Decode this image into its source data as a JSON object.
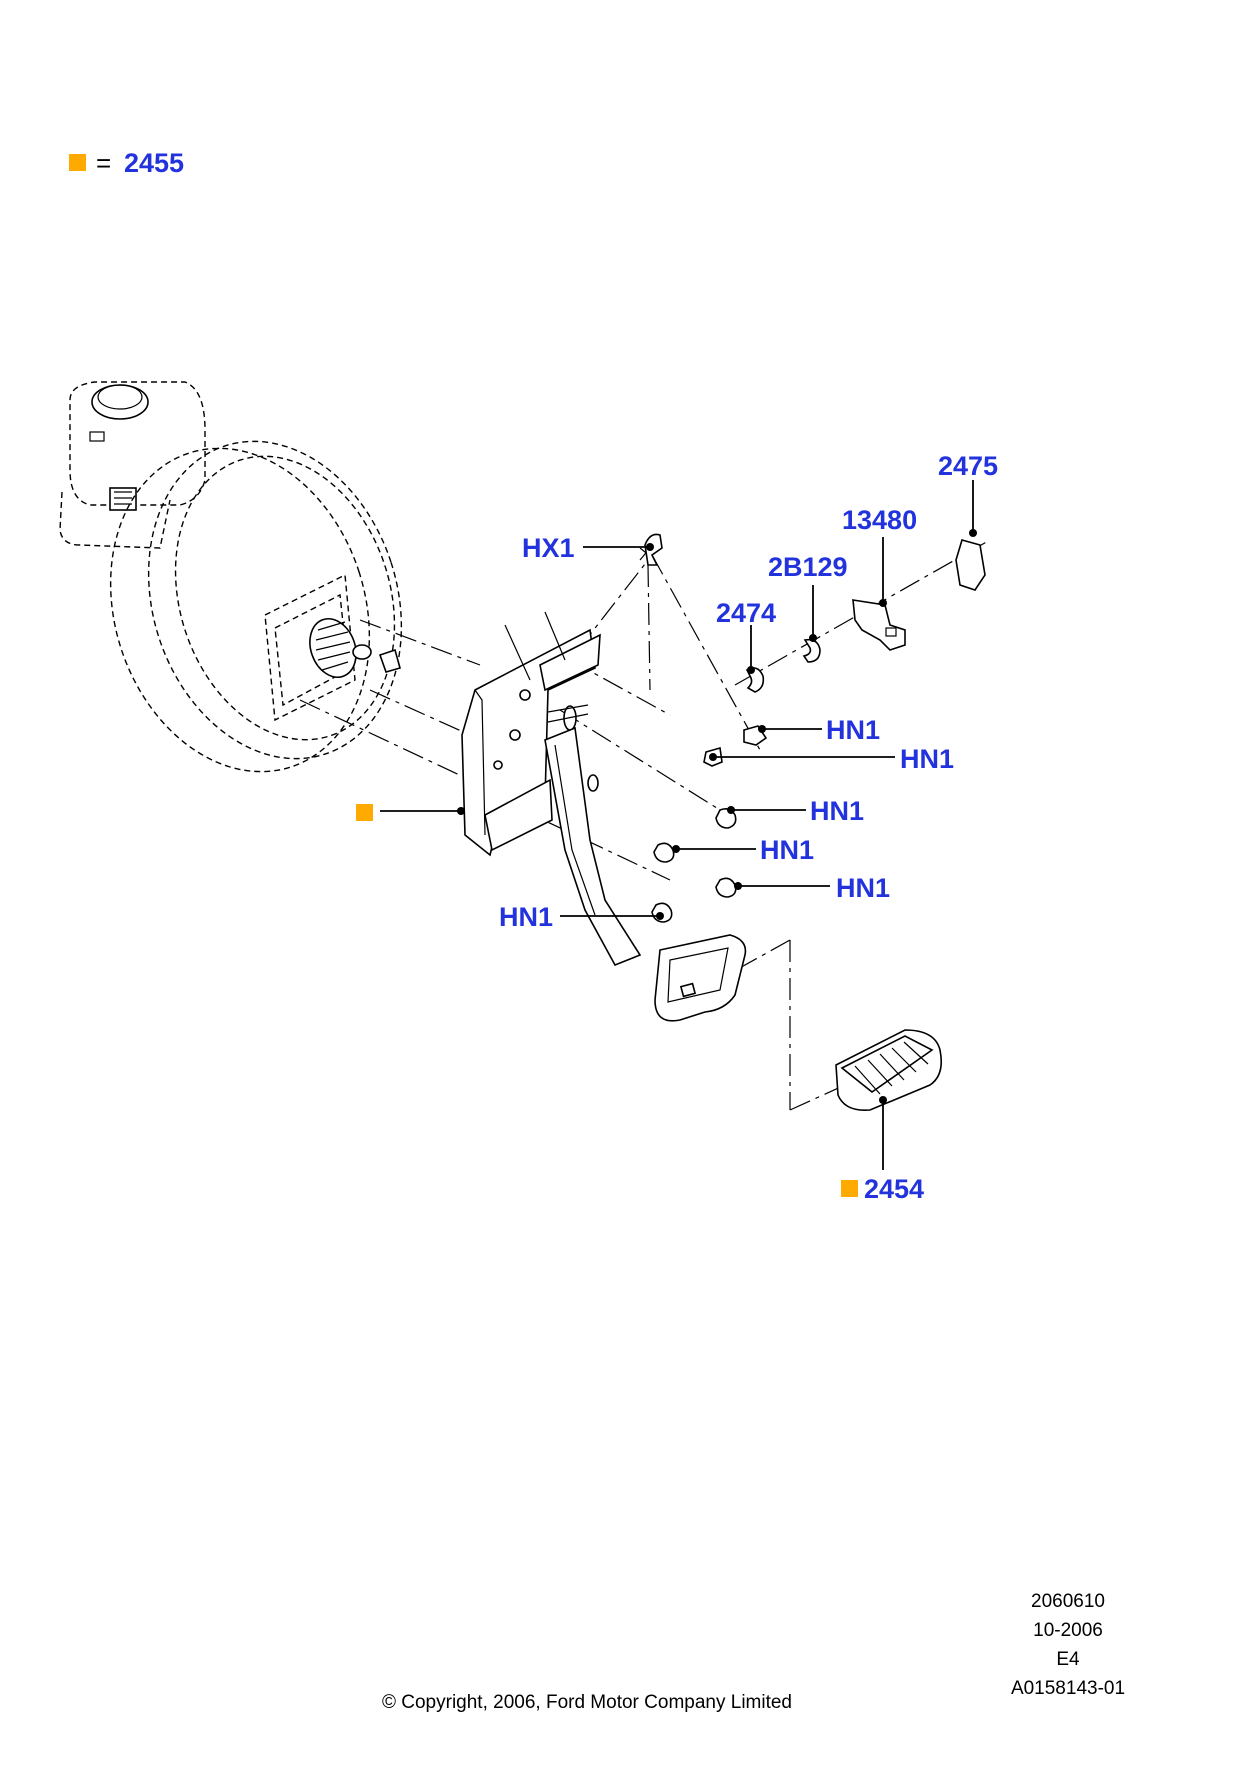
{
  "colors": {
    "callout_text": "#2233dd",
    "marker": "#ffaa00",
    "line": "#000000"
  },
  "legend": {
    "equals": "=",
    "part": "2455"
  },
  "callouts": {
    "hx1": "HX1",
    "p2475": "2475",
    "p13480": "13480",
    "p2b129": "2B129",
    "p2474": "2474",
    "hn1_a": "HN1",
    "hn1_b": "HN1",
    "hn1_c": "HN1",
    "hn1_d": "HN1",
    "hn1_e": "HN1",
    "hn1_f": "HN1",
    "p2454": "2454"
  },
  "footer": {
    "code": "2060610",
    "date": "10-2006",
    "rev": "E4",
    "ref": "A0158143-01",
    "copyright": "© Copyright, 2006, Ford Motor Company Limited"
  }
}
